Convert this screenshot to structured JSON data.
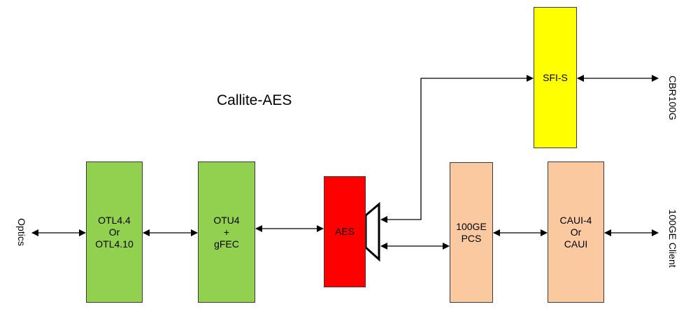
{
  "title": "Callite-AES",
  "colors": {
    "green": "#92d050",
    "red": "#ff0000",
    "peach": "#fac9a0",
    "yellow": "#ffff00",
    "line": "#000000"
  },
  "blocks": {
    "otl": "OTL4.4\nOr\nOTL4.10",
    "otu": "OTU4\n+\ngFEC",
    "aes": "AES",
    "pcs": "100GE\nPCS",
    "caui": "CAUI-4\nOr\nCAUI",
    "sfi": "SFI-S"
  },
  "ports": {
    "optics": "Optics",
    "cbr": "CBR100G",
    "client": "100GE Client"
  }
}
